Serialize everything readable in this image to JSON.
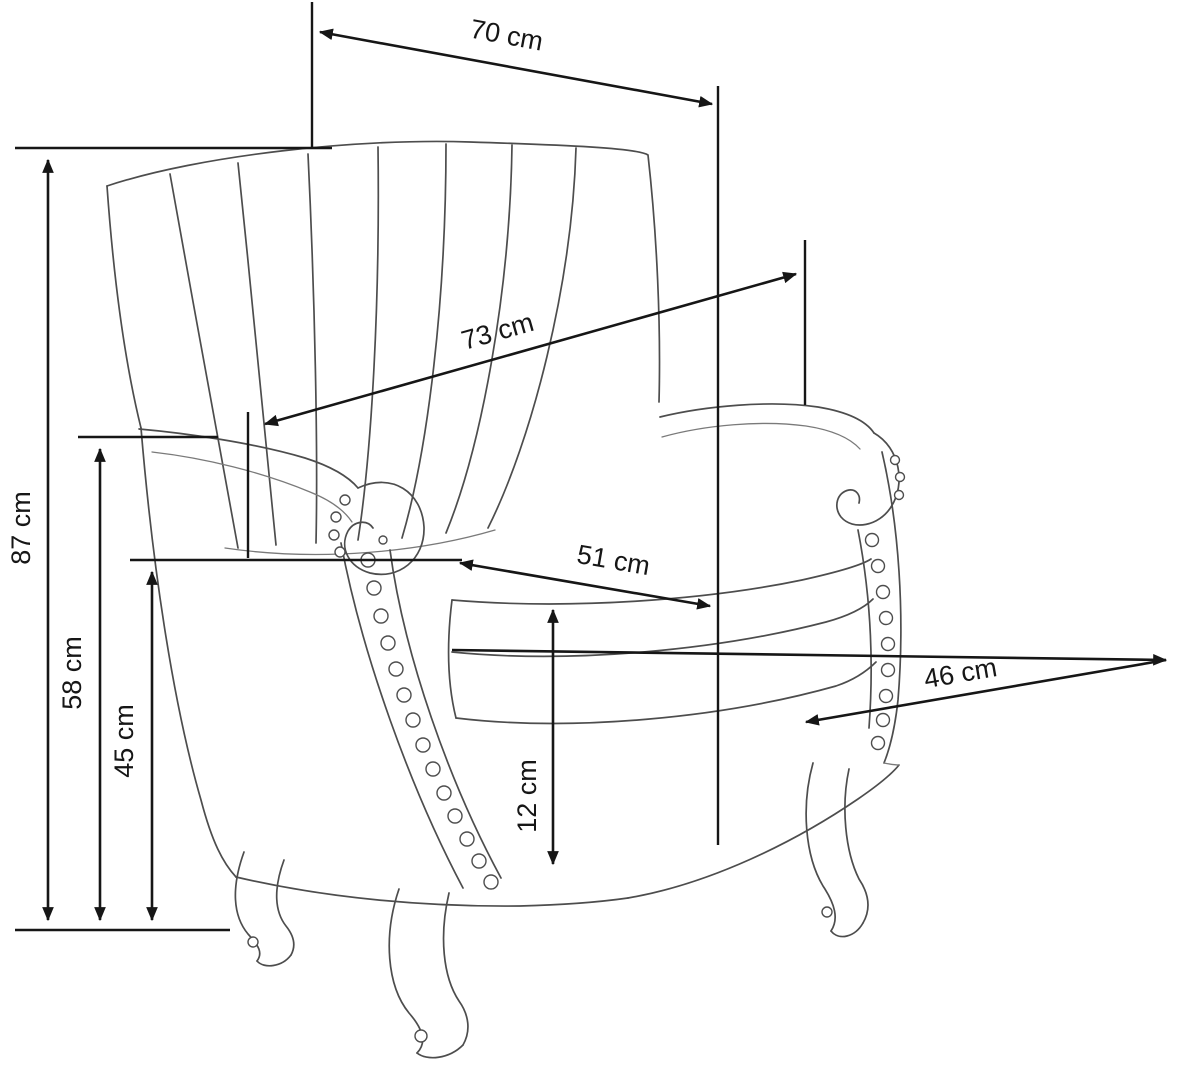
{
  "diagram": {
    "background": "#ffffff",
    "ink_color": "#161616",
    "chair_stroke_color": "#4d4d4d",
    "dims": {
      "d70": {
        "label": "70 cm"
      },
      "d73": {
        "label": "73 cm"
      },
      "d87": {
        "label": "87 cm"
      },
      "d58": {
        "label": "58 cm"
      },
      "d45": {
        "label": "45 cm"
      },
      "d51": {
        "label": "51 cm"
      },
      "d46": {
        "label": "46 cm"
      },
      "d12": {
        "label": "12 cm"
      }
    }
  }
}
